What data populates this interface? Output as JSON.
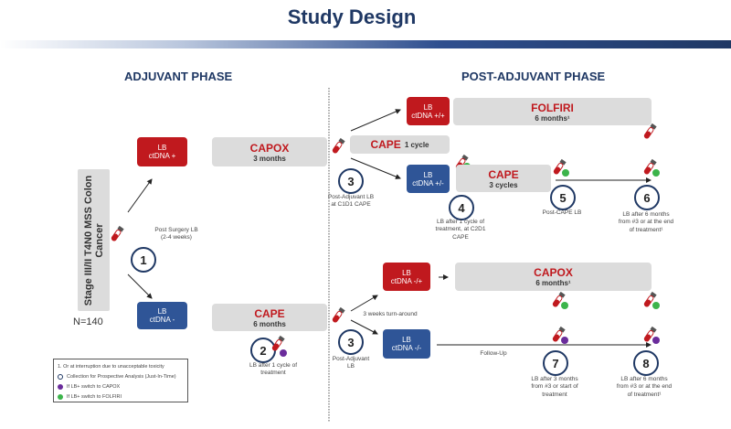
{
  "title": "Study Design",
  "phases": {
    "adjuvant": "ADJUVANT PHASE",
    "post_adjuvant": "POST-ADJUVANT PHASE"
  },
  "population": {
    "label": "Stage III/II T4N0 MSS Colon Cancer",
    "n": "N=140"
  },
  "steps": {
    "s1": {
      "num": "1",
      "note": "Post Surgery LB (2-4 weeks)"
    },
    "s2": {
      "num": "2",
      "note": "LB after 1 cycle of treatment"
    },
    "s3a": {
      "num": "3",
      "note": "Post-Adjuvant LB at C1D1 CAPE"
    },
    "s3b": {
      "num": "3",
      "note": "Post-Adjuvant LB"
    },
    "s4": {
      "num": "4",
      "note": "LB after 1 cycle of treatment, at C2D1 CAPE"
    },
    "s5": {
      "num": "5",
      "note": "Post-CAPE LB"
    },
    "s6": {
      "num": "6",
      "note": "LB after 6 months from #3 or at the end of treatment¹"
    },
    "s7": {
      "num": "7",
      "note": "LB after 3 months from #3 or start of treatment"
    },
    "s8": {
      "num": "8",
      "note": "LB after 6 months from #3 or at the end of treatment¹"
    }
  },
  "lb": {
    "pos": {
      "l1": "LB",
      "l2": "ctDNA +"
    },
    "neg": {
      "l1": "LB",
      "l2": "ctDNA -"
    },
    "pp": {
      "l1": "LB",
      "l2": "ctDNA +/+"
    },
    "pm": {
      "l1": "LB",
      "l2": "ctDNA +/-"
    },
    "mp": {
      "l1": "LB",
      "l2": "ctDNA -/+"
    },
    "mm": {
      "l1": "LB",
      "l2": "ctDNA -/-"
    }
  },
  "treatments": {
    "capox_adj": {
      "drug": "CAPOX",
      "dur": "3 months"
    },
    "cape_adj": {
      "drug": "CAPE",
      "dur": "6 months"
    },
    "cape1": {
      "drug": "CAPE",
      "dur": "1 cycle"
    },
    "folfiri": {
      "drug": "FOLFIRI",
      "dur": "6 months¹"
    },
    "cape3": {
      "drug": "CAPE",
      "dur": "3 cycles"
    },
    "capox_post": {
      "drug": "CAPOX",
      "dur": "6 months¹"
    }
  },
  "labels": {
    "turnaround": "3 weeks turn-around",
    "followup": "Follow-Up"
  },
  "legend": {
    "note1": "1.  Or at interruption due to unacceptable toxicity",
    "circle": "Collection for Prospective Analysis (Just-In-Time)",
    "purple": "If LB+ switch to CAPOX",
    "green": "If LB+ switch to FOLFIRI"
  },
  "colors": {
    "red": "#c0191e",
    "blue": "#2f5597",
    "green": "#3cb44b",
    "purple": "#6a2c9b",
    "navy": "#1f3864"
  }
}
